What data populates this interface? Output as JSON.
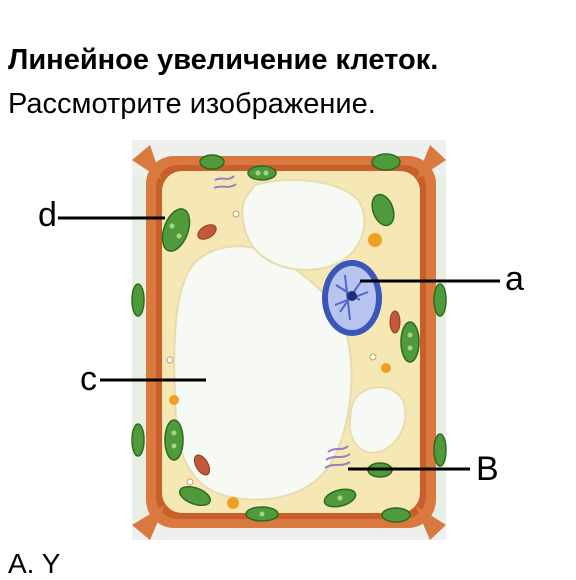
{
  "header": {
    "title": "Линейное увеличение клеток.",
    "subtitle": "Рассмотрите изображение."
  },
  "labels": {
    "a": "a",
    "b": "B",
    "c": "c",
    "d": "d"
  },
  "footer": {
    "partial_text": "A. Y"
  },
  "colors": {
    "wall": "#d9793f",
    "cytoplasm": "#f6e8b4",
    "vacuole": "#f7f9f4",
    "chloroplast": "#4f9a3b",
    "nucleus": "#3a56b8"
  }
}
